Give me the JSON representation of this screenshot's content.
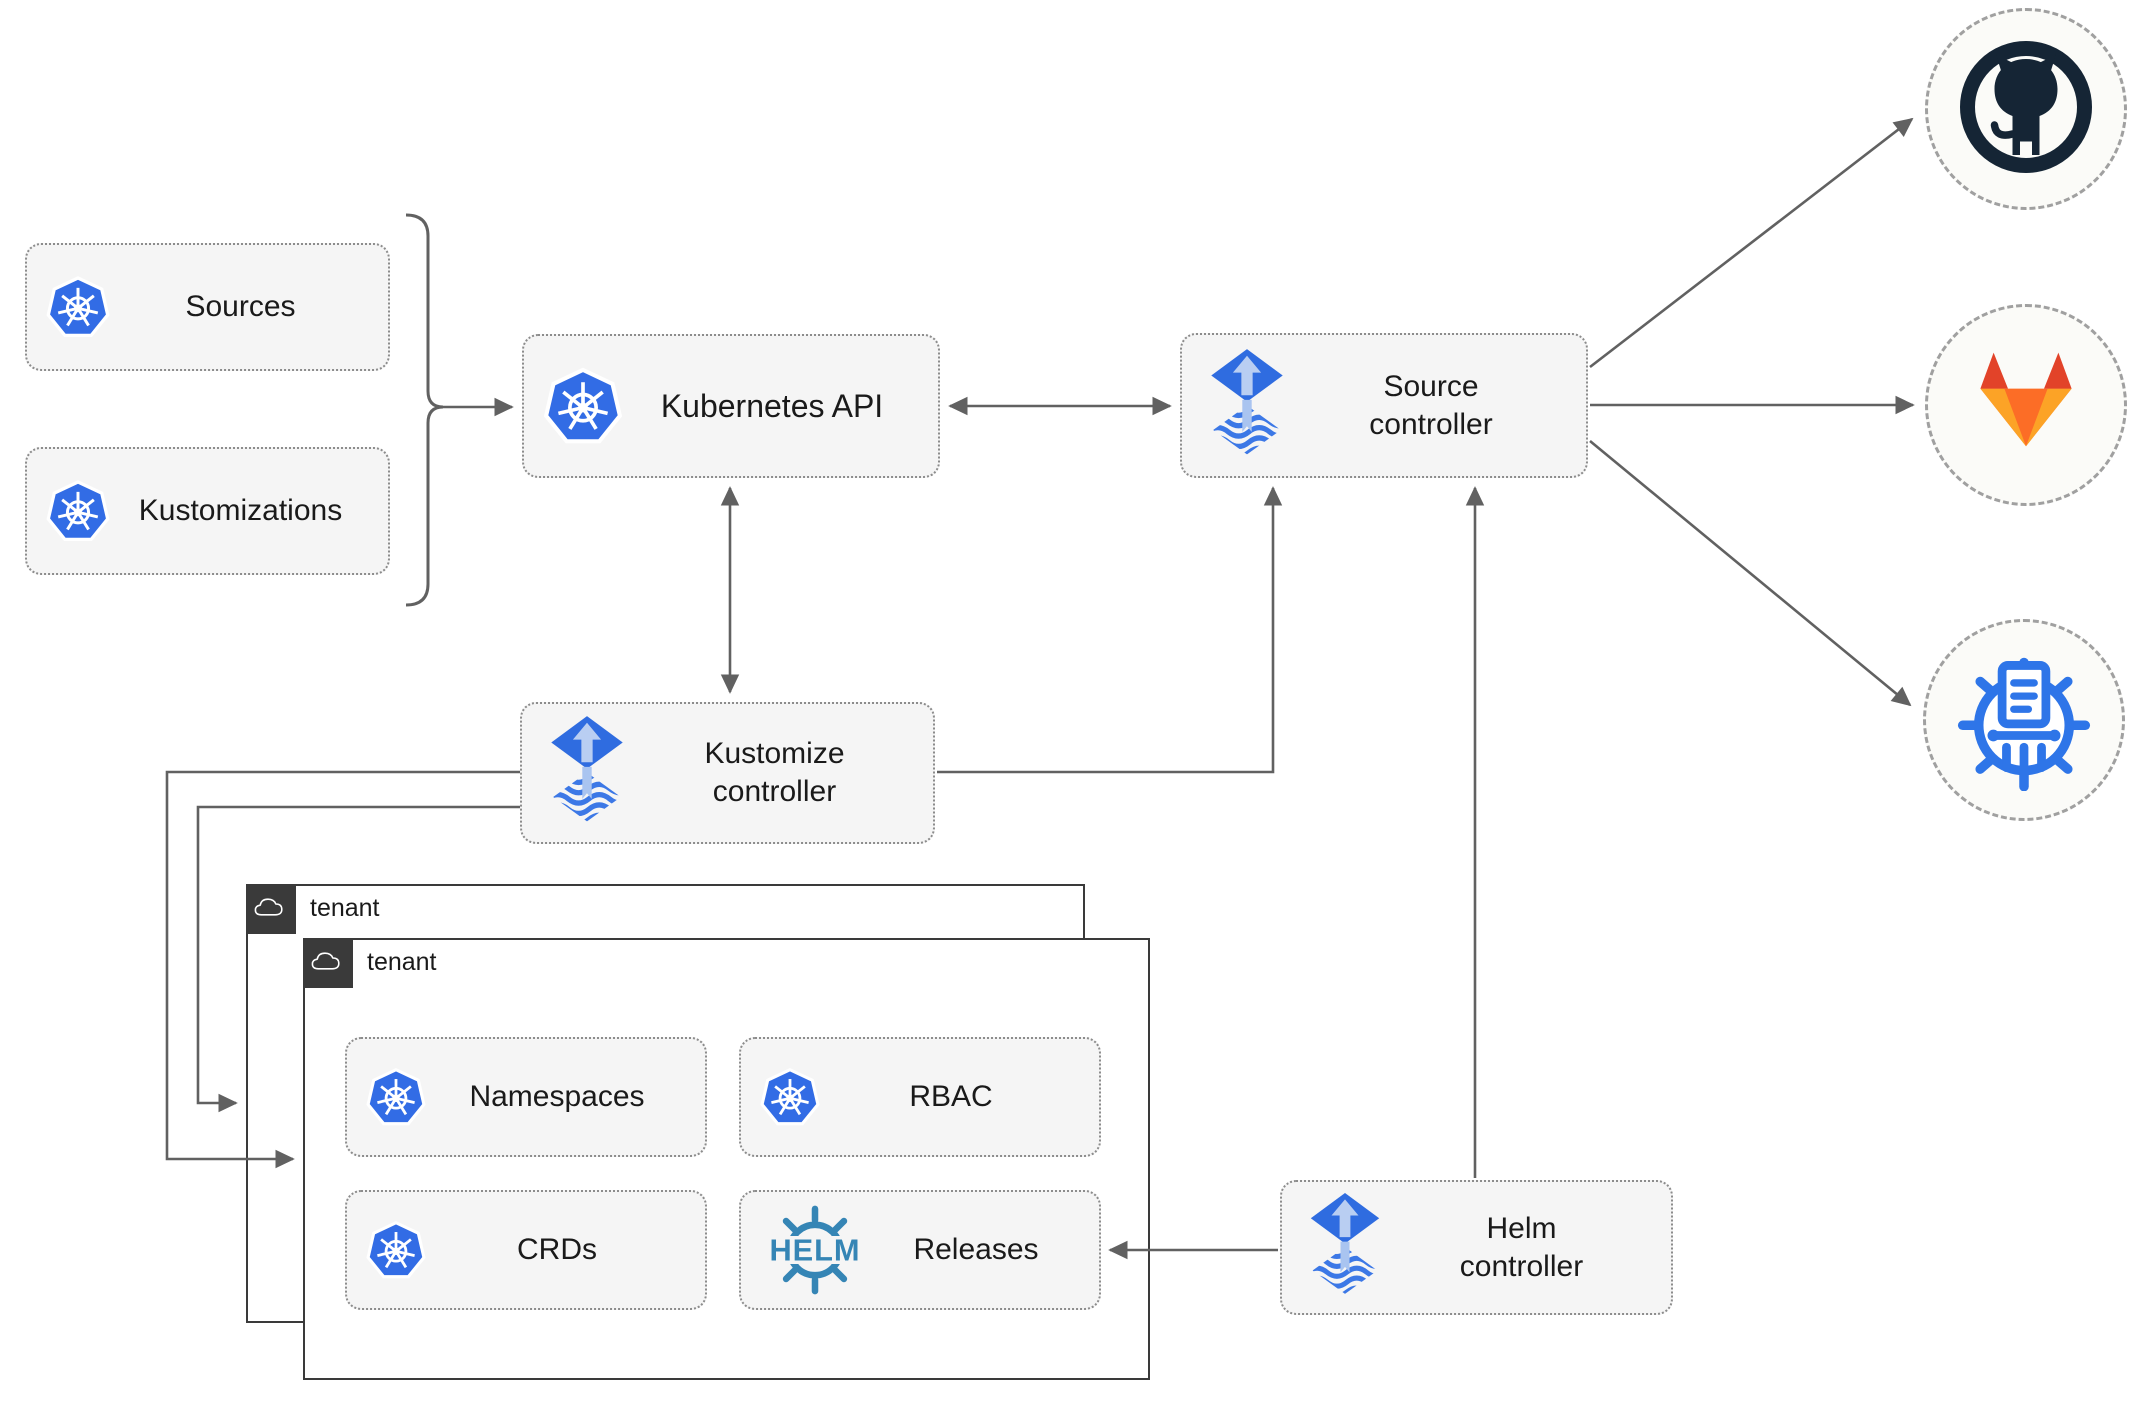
{
  "diagram_type": "flux-gitops-architecture",
  "nodes": {
    "sources": {
      "label": "Sources",
      "icon": "kubernetes-icon"
    },
    "kustomizations": {
      "label": "Kustomizations",
      "icon": "kubernetes-icon"
    },
    "kubernetes_api": {
      "label": "Kubernetes API",
      "icon": "kubernetes-icon"
    },
    "source_controller": {
      "label": "Source\ncontroller",
      "icon": "flux-icon"
    },
    "kustomize_controller": {
      "label": "Kustomize\ncontroller",
      "icon": "flux-icon"
    },
    "helm_controller": {
      "label": "Helm\ncontroller",
      "icon": "flux-icon"
    },
    "namespaces": {
      "label": "Namespaces",
      "icon": "kubernetes-icon"
    },
    "rbac": {
      "label": "RBAC",
      "icon": "kubernetes-icon"
    },
    "crds": {
      "label": "CRDs",
      "icon": "kubernetes-icon"
    },
    "releases": {
      "label": "Releases",
      "icon": "helm-wheel-icon"
    }
  },
  "tenants": {
    "back": {
      "label": "tenant",
      "icon": "cloud-icon"
    },
    "front": {
      "label": "tenant",
      "icon": "cloud-icon"
    }
  },
  "endpoints": {
    "github": {
      "icon": "github-icon"
    },
    "gitlab": {
      "icon": "gitlab-icon"
    },
    "chartmuseum": {
      "icon": "chartmuseum-icon"
    }
  },
  "icon_text": {
    "helm_wheel": "HELM"
  },
  "edges": [
    {
      "from": "sources-kustomizations-bracket",
      "to": "kubernetes-api",
      "style": "arrow"
    },
    {
      "from": "kubernetes-api",
      "to": "source-controller",
      "style": "double-arrow"
    },
    {
      "from": "kubernetes-api",
      "to": "kustomize-controller",
      "style": "double-arrow"
    },
    {
      "from": "kustomize-controller",
      "to": "source-controller",
      "style": "arrow"
    },
    {
      "from": "kustomize-controller",
      "to": "tenant-front",
      "style": "arrow"
    },
    {
      "from": "kustomize-controller",
      "to": "tenant-back",
      "style": "arrow"
    },
    {
      "from": "helm-controller",
      "to": "source-controller",
      "style": "arrow"
    },
    {
      "from": "helm-controller",
      "to": "releases",
      "style": "arrow"
    },
    {
      "from": "source-controller",
      "to": "github",
      "style": "arrow"
    },
    {
      "from": "source-controller",
      "to": "gitlab",
      "style": "arrow"
    },
    {
      "from": "source-controller",
      "to": "chartmuseum",
      "style": "arrow"
    }
  ],
  "colors": {
    "kubernetes_blue": "#326ce5",
    "flux_blue": "#2f6ce0",
    "flux_light_arrow": "#b9cef2",
    "flux_wave_blue": "#3c78e6",
    "helm_teal": "#3585b5",
    "github_navy": "#152535",
    "gitlab_red": "#e24329",
    "gitlab_orange": "#fc6d26",
    "gitlab_amber": "#fca326",
    "chartmuseum_blue": "#2e75e8",
    "connector_gray": "#616161",
    "node_fill": "#f5f5f5",
    "tenant_dark": "#3a3a3a"
  }
}
